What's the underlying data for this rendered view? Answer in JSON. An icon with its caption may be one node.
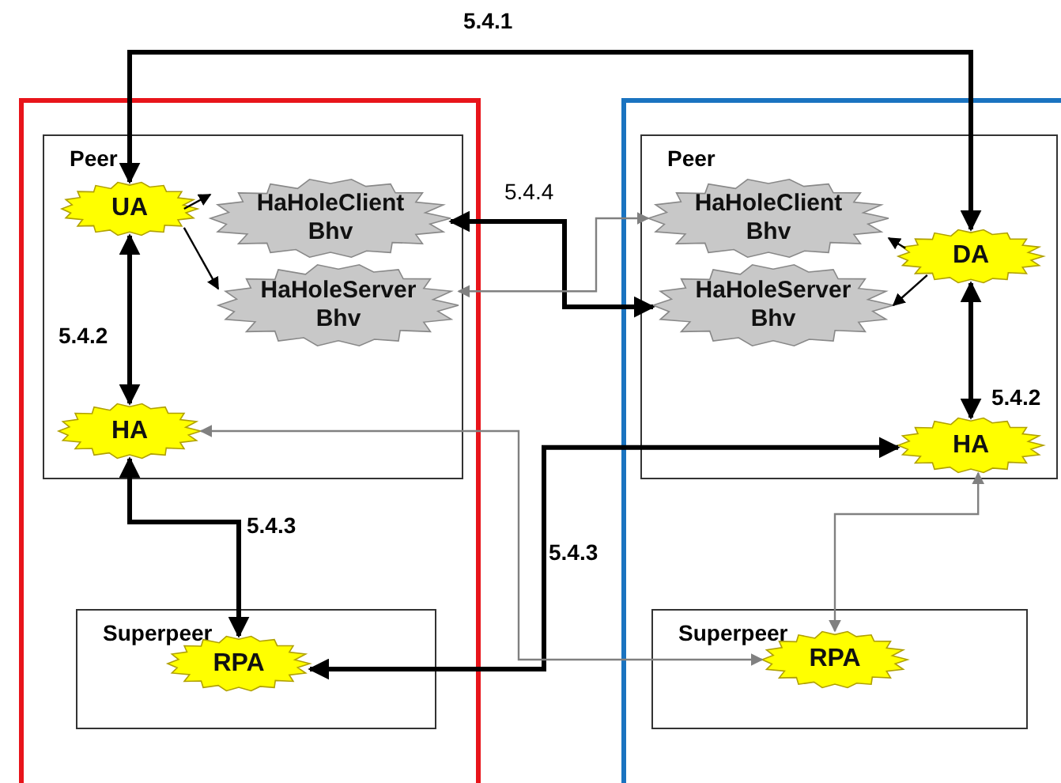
{
  "diagram": {
    "nodes": [
      {
        "text": [],
        "shape": "box"
      },
      {
        "text": [
          "Peer"
        ],
        "in": 0
      },
      {
        "text": [
          "UA"
        ],
        "in": 1
      },
      {
        "text": [
          "HaHoleClient Bhv"
        ],
        "in": 1
      },
      {
        "text": [
          "HaHoleServer Bhv"
        ],
        "in": 1
      },
      {
        "text": [
          "HA"
        ],
        "in": 1
      },
      {
        "text": [
          "Superpeer"
        ],
        "in": 0
      },
      {
        "text": [
          "RPA"
        ],
        "in": 6
      },
      {
        "text": [],
        "shape": "box"
      },
      {
        "text": [
          "Peer"
        ],
        "in": 8
      },
      {
        "text": [
          "HaHoleClient Bhv"
        ],
        "in": 9
      },
      {
        "text": [
          "HaHoleServer Bhv"
        ],
        "in": 9
      },
      {
        "text": [
          "DA"
        ],
        "in": 9
      },
      {
        "text": [
          "HA"
        ],
        "in": 9
      },
      {
        "text": [
          "Superpeer"
        ],
        "in": 8
      },
      {
        "text": [
          "RPA"
        ],
        "in": 14
      }
    ],
    "edges": [
      {
        "from": 2,
        "to": 12,
        "arrow": "both",
        "label": "5.4.1",
        "style": "thick"
      },
      {
        "from": 2,
        "to": 3,
        "arrow": "to"
      },
      {
        "from": 2,
        "to": 4,
        "arrow": "to"
      },
      {
        "from": 2,
        "to": 5,
        "arrow": "both",
        "label": "5.4.2",
        "style": "thick"
      },
      {
        "from": 5,
        "to": 7,
        "arrow": "both",
        "label": "5.4.3",
        "style": "thick"
      },
      {
        "from": 3,
        "to": 11,
        "arrow": "both",
        "label": "5.4.4",
        "style": "thick"
      },
      {
        "from": 4,
        "to": 10,
        "arrow": "both",
        "color": "#808080"
      },
      {
        "from": 12,
        "to": 10,
        "arrow": "to"
      },
      {
        "from": 12,
        "to": 11,
        "arrow": "to"
      },
      {
        "from": 12,
        "to": 13,
        "arrow": "both",
        "label": "5.4.2",
        "style": "thick"
      },
      {
        "from": 7,
        "to": 13,
        "arrow": "both",
        "label": "5.4.3",
        "style": "thick"
      },
      {
        "from": 5,
        "to": 15,
        "arrow": "both",
        "color": "#808080"
      },
      {
        "from": 13,
        "to": 15,
        "arrow": "both",
        "color": "#808080"
      }
    ]
  }
}
